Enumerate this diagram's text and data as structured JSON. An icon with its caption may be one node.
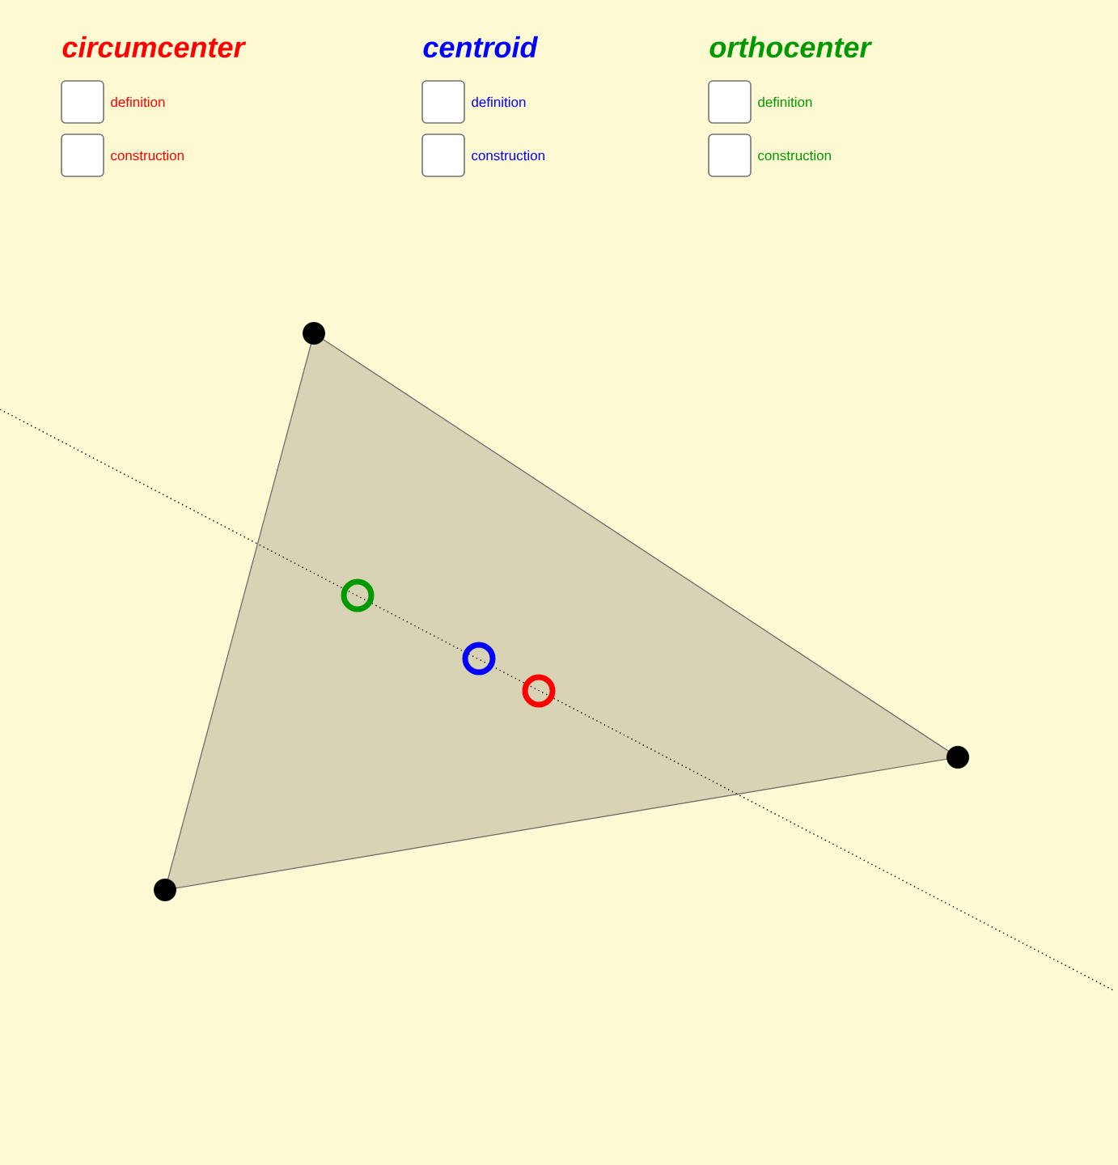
{
  "diagram": {
    "labels": [
      "circumcenter",
      "definition",
      "construction",
      "centroid",
      "definition",
      "construction",
      "orthocenter",
      "definition",
      "construction"
    ]
  }
}
